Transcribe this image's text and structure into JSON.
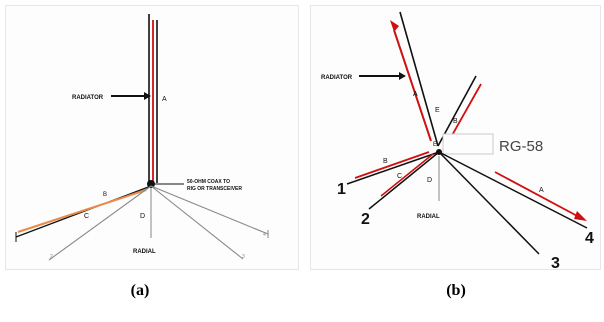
{
  "panel_a": {
    "radiator_label": "RADIATOR",
    "element_labels": {
      "a": "A",
      "b": "B",
      "c": "C",
      "d": "D"
    },
    "feed_note_line1": "50-OHM COAX TO",
    "feed_note_line2": "RIG OR TRANSCEIVER",
    "radial_label": "RADIAL",
    "radial_numbers": [
      "1",
      "2",
      "3",
      "4"
    ],
    "caption": "(a)"
  },
  "panel_b": {
    "radiator_label": "RADIATOR",
    "element_labels": {
      "a": "A",
      "b": "B",
      "c": "C",
      "d": "D",
      "e": "E",
      "a2": "A"
    },
    "feed_box_label": "RG-58",
    "radial_label": "RADIAL",
    "radial_numbers": [
      "1",
      "2",
      "3",
      "4"
    ],
    "caption": "(b)"
  },
  "colors": {
    "wire": "#111111",
    "red": "#d01010",
    "orange": "#e88a4a",
    "gray": "#888888"
  }
}
